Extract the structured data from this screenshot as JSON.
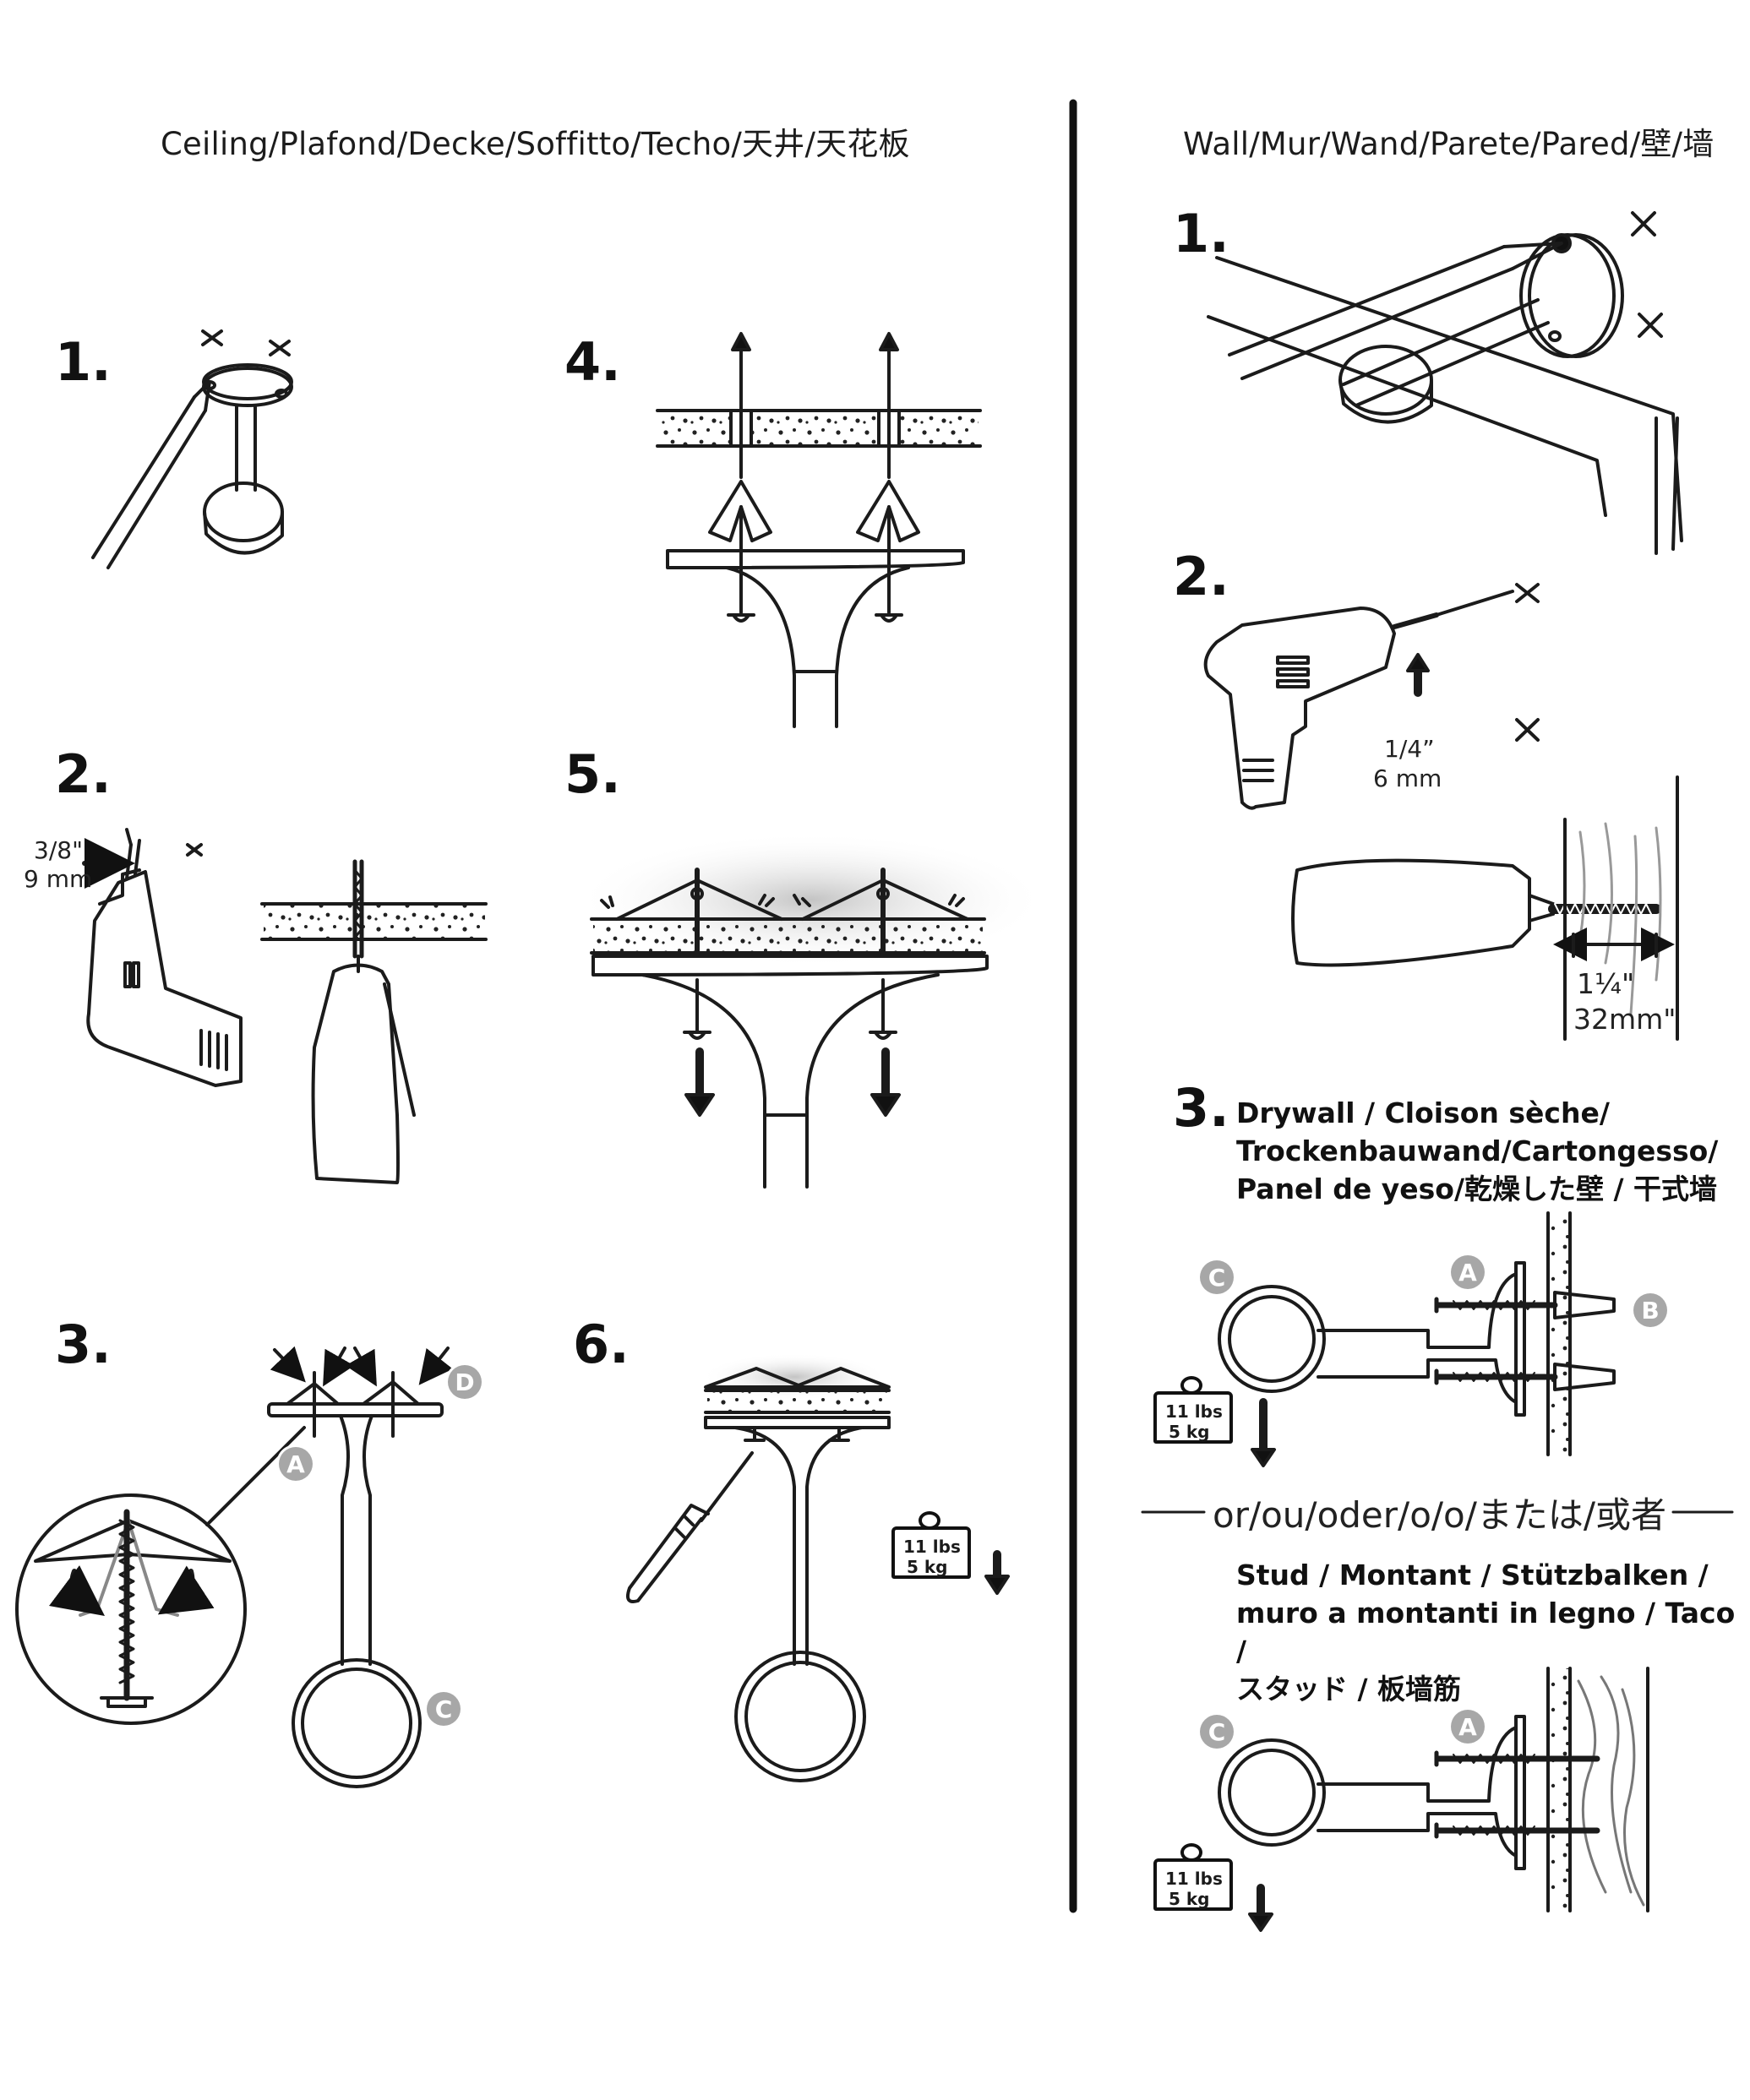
{
  "sections": {
    "ceiling_title": "Ceiling/Plafond/Decke/Soffitto/Techo/天井/天花板",
    "wall_title": "Wall/Mur/Wand/Parete/Pared/壁/墙"
  },
  "ceiling_steps": {
    "s1": "1.",
    "s2": "2.",
    "s3": "3.",
    "s4": "4.",
    "s5": "5.",
    "s6": "6."
  },
  "ceiling_drill": {
    "size_in": "3/8\"",
    "size_mm": "9 mm"
  },
  "wall_steps": {
    "s1": "1.",
    "s2": "2.",
    "s3": "3."
  },
  "wall_drill": {
    "size_in": "1/4”",
    "size_mm": "6 mm",
    "depth_in": "1¼\"",
    "depth_mm": "32mm\""
  },
  "drywall_label": {
    "line1": "Drywall / Cloison sèche/",
    "line2": "Trockenbauwand/Cartongesso/",
    "line3": "Panel de yeso/乾燥した壁 / 干式墙"
  },
  "or_divider": "or/ou/oder/o/o/または/或者",
  "stud_label": {
    "line1": "Stud / Montant / Stützbalken /",
    "line2": "muro a montanti in legno / Taco /",
    "line3": "スタッド / 板墙筋"
  },
  "weight_label": {
    "lbs": "11 lbs",
    "kg": "5 kg"
  },
  "callouts": {
    "A": "A",
    "B": "B",
    "C": "C",
    "D": "D"
  },
  "colors": {
    "line": "#1b1b1b",
    "callout_fill": "#a7a7a7",
    "shadow": "#d8d8d8"
  }
}
